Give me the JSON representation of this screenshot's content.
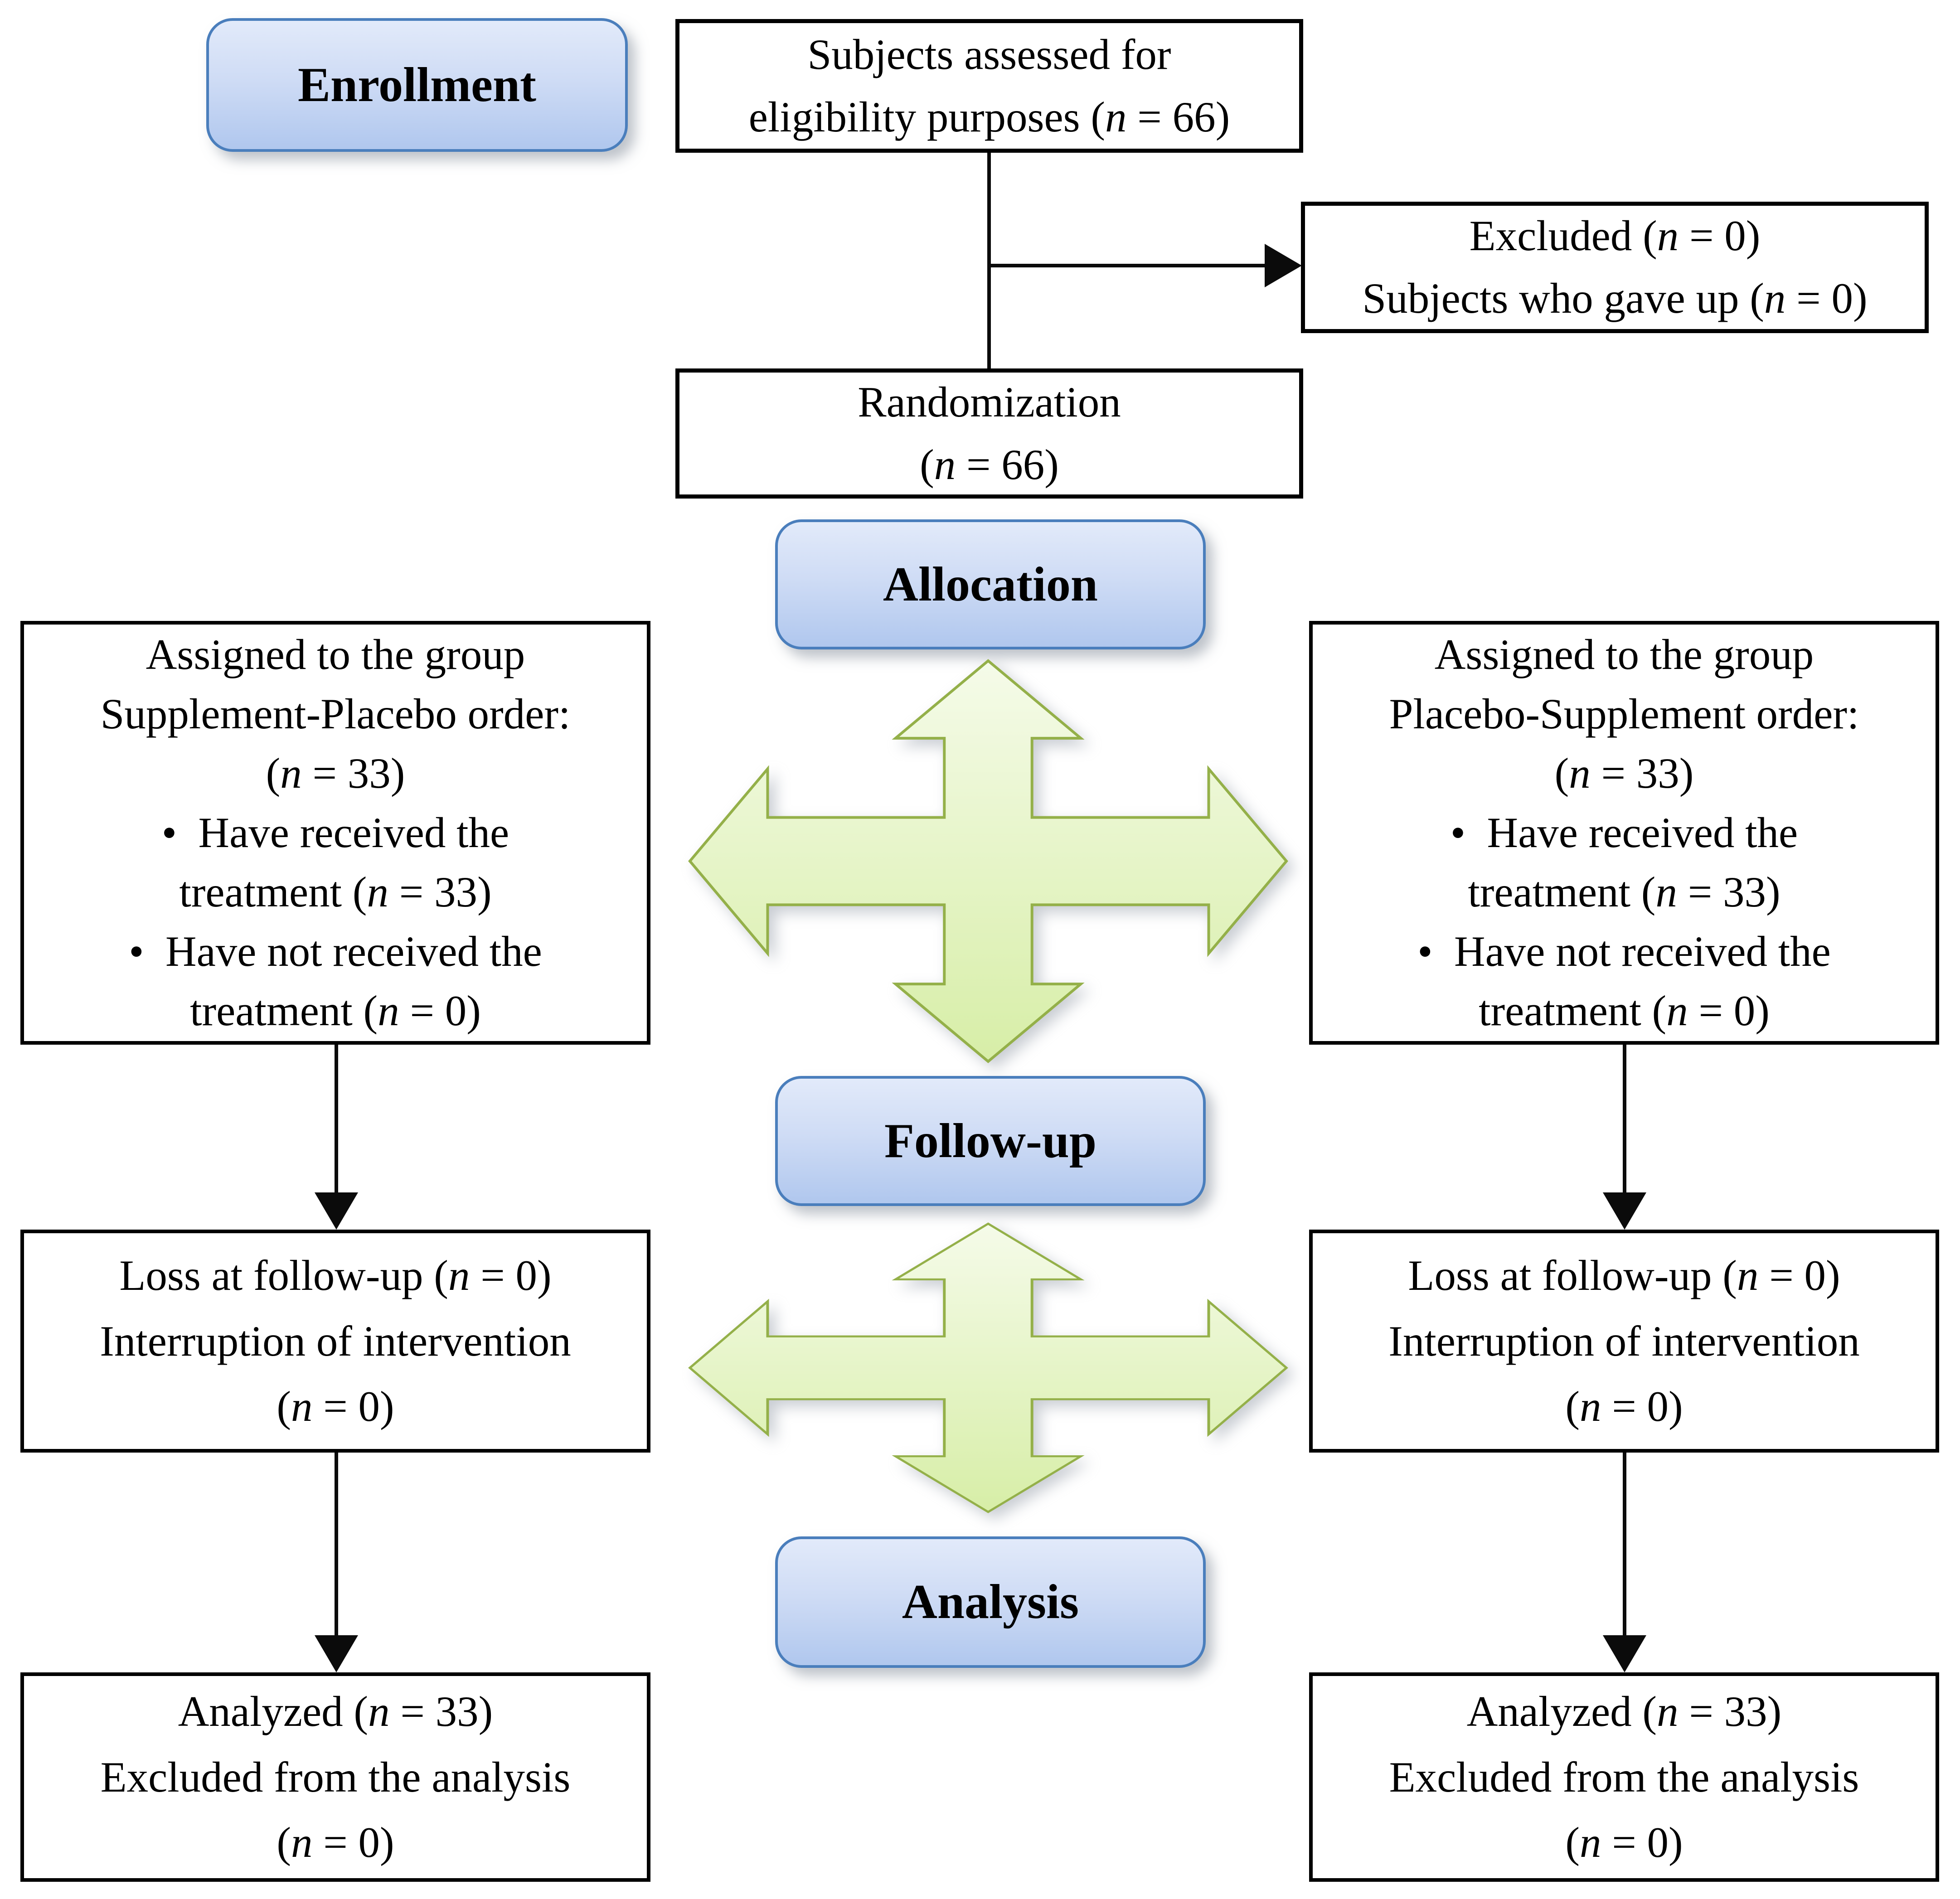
{
  "colors": {
    "stage_border": "#4a7ebc",
    "stage_fill_top": "#e2eafa",
    "stage_fill_bottom": "#b0c7ee",
    "arrow_border": "#94b049",
    "arrow_fill_top": "#f5fbe9",
    "arrow_fill_bottom": "#d7eea7",
    "connector": "#0b0b0b",
    "box_border": "#000000"
  },
  "icons": {
    "four_way_arrow": "four-way-arrow-icon",
    "down_arrow": "arrow-down-icon",
    "right_arrow": "arrow-right-icon"
  },
  "stages": {
    "enrollment": "Enrollment",
    "allocation": "Allocation",
    "follow_up": "Follow-up",
    "analysis": "Analysis"
  },
  "boxes": {
    "eligibility": {
      "lines": [
        "Subjects assessed for",
        "eligibility purposes (n = 66)"
      ]
    },
    "excluded": {
      "lines": [
        "Excluded (n = 0)",
        "Subjects who gave up (n = 0)"
      ]
    },
    "randomization": {
      "lines": [
        "Randomization",
        "(n = 66)"
      ]
    },
    "assigned_left": {
      "lines": [
        "Assigned to the group",
        "Supplement-Placebo order:",
        "(n = 33)",
        "•  Have received the",
        "treatment (n = 33)",
        "•  Have not received the",
        "treatment (n = 0)"
      ]
    },
    "assigned_right": {
      "lines": [
        "Assigned to the group",
        "Placebo-Supplement order:",
        "(n = 33)",
        "•  Have received the",
        "treatment (n = 33)",
        "•  Have not received the",
        "treatment (n = 0)"
      ]
    },
    "loss_left": {
      "lines": [
        "Loss at follow-up (n = 0)",
        "Interruption of intervention",
        "(n = 0)"
      ]
    },
    "loss_right": {
      "lines": [
        "Loss at follow-up (n = 0)",
        "Interruption of intervention",
        "(n = 0)"
      ]
    },
    "analyzed_left": {
      "lines": [
        "Analyzed (n = 33)",
        "Excluded from the analysis",
        "(n = 0)"
      ]
    },
    "analyzed_right": {
      "lines": [
        "Analyzed (n = 33)",
        "Excluded from the analysis",
        "(n = 0)"
      ]
    }
  }
}
